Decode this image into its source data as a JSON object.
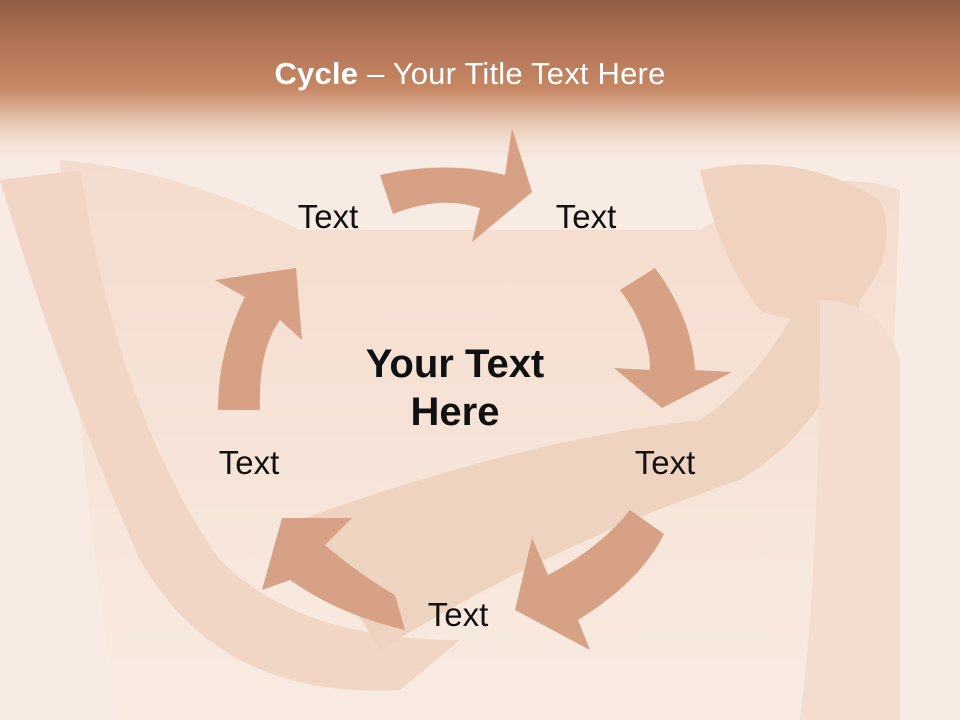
{
  "title": {
    "bold": "Cycle",
    "dash": " – ",
    "rest": "Your Title Text Here"
  },
  "center": {
    "line1": "Your Text",
    "line2": "Here"
  },
  "nodes": [
    "Text",
    "Text",
    "Text",
    "Text",
    "Text"
  ],
  "colors": {
    "arrow": "#d6a184",
    "title_band": "#c68764",
    "background": "#fbf3ee"
  }
}
